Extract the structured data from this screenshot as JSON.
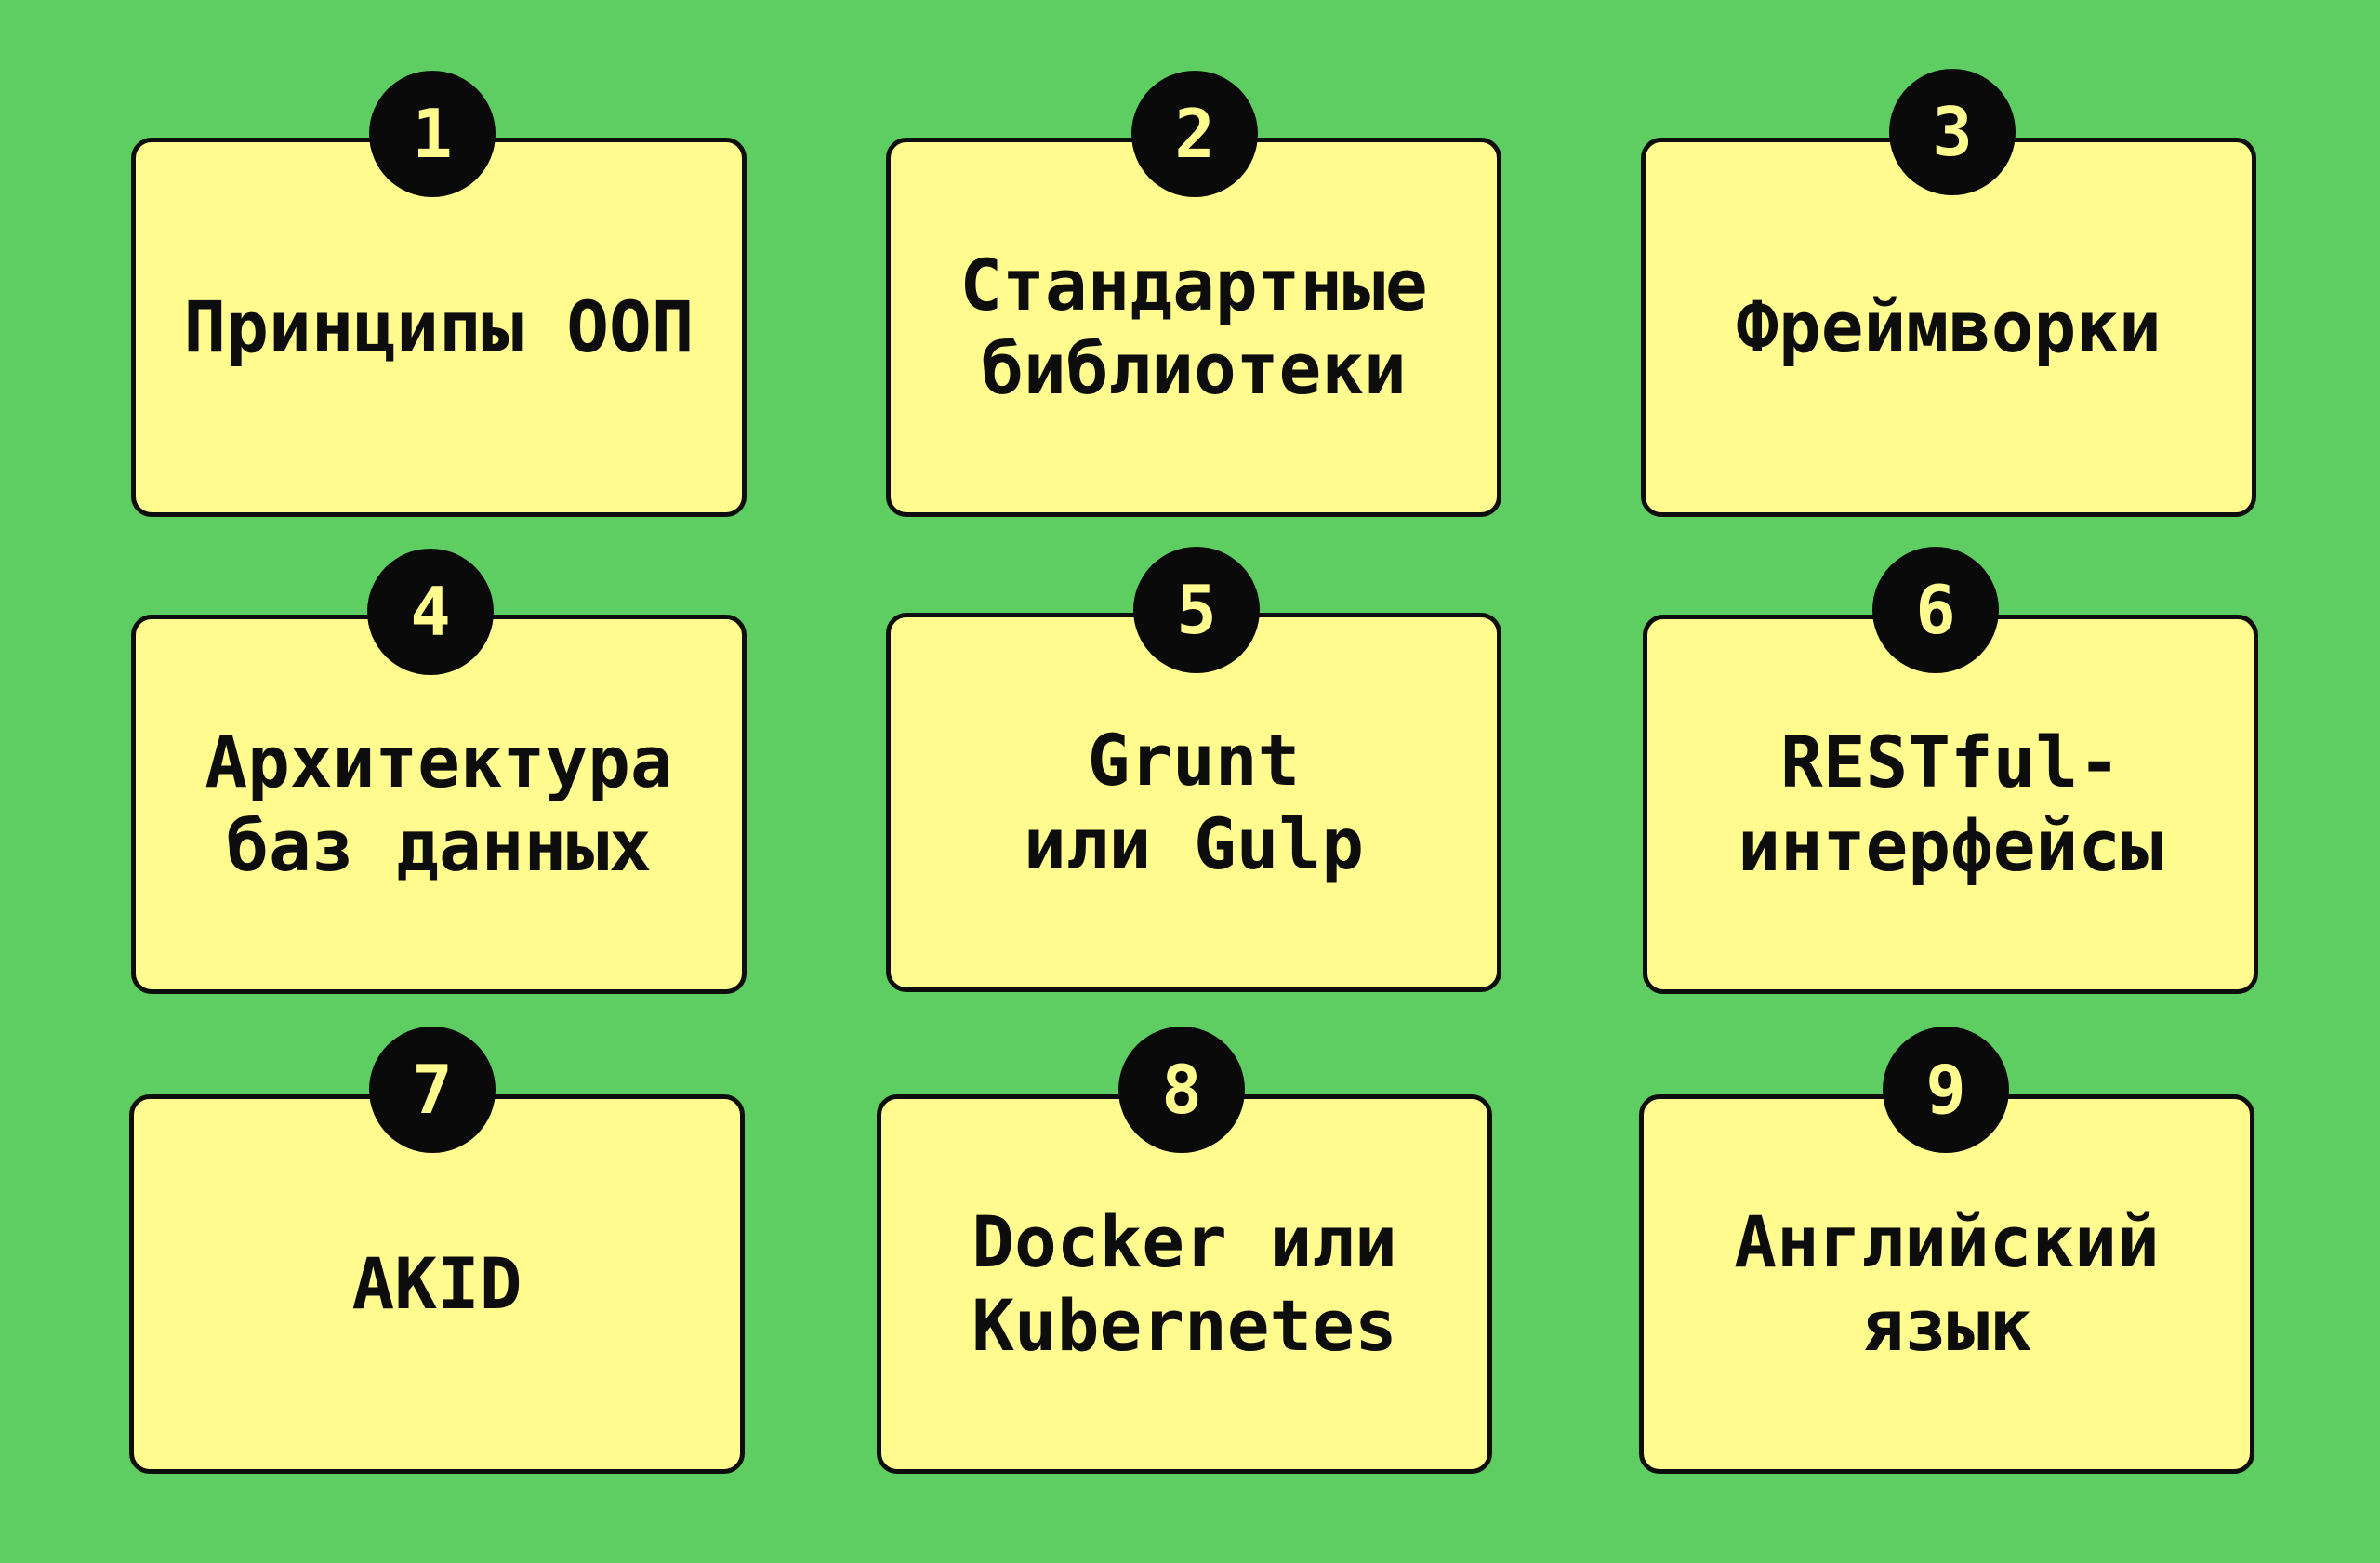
{
  "colors": {
    "background": "#5ecd62",
    "card_fill": "#fffb8f",
    "card_border": "#0d0d0d",
    "badge_fill": "#0a0a0a",
    "badge_text": "#fffb8f"
  },
  "cards": [
    {
      "number": "1",
      "label": "Принципы ООП"
    },
    {
      "number": "2",
      "label": "Стандартные\nбиблиотеки"
    },
    {
      "number": "3",
      "label": "Фреймворки"
    },
    {
      "number": "4",
      "label": "Архитектура\nбаз данных"
    },
    {
      "number": "5",
      "label": "Grunt\nили Gulp"
    },
    {
      "number": "6",
      "label": "RESTful-\nинтерфейсы"
    },
    {
      "number": "7",
      "label": "AKID"
    },
    {
      "number": "8",
      "label": "Docker или\nKubernetes"
    },
    {
      "number": "9",
      "label": "Английский\nязык"
    }
  ]
}
